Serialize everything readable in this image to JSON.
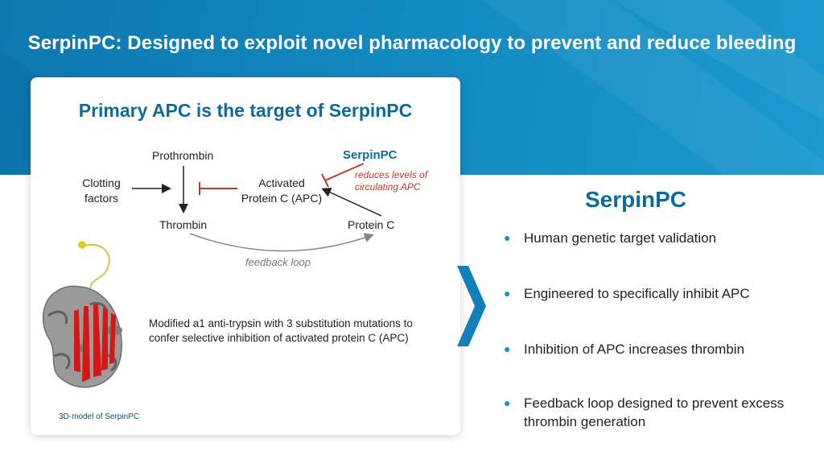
{
  "slide": {
    "title": "SerpinPC: Designed to exploit novel pharmacology to prevent and reduce bleeding"
  },
  "card": {
    "title": "Primary APC is the target of SerpinPC",
    "diagram": {
      "prothrombin": "Prothrombin",
      "clotting_factors_line1": "Clotting",
      "clotting_factors_line2": "factors",
      "activated_line1": "Activated",
      "activated_line2": "Protein C (APC)",
      "thrombin": "Thrombin",
      "protein_c": "Protein C",
      "serpinpc": "SerpinPC",
      "note_line1": "reduces levels of",
      "note_line2": "circulating APC",
      "feedback_loop": "feedback loop"
    },
    "description": "Modified a1 anti-trypsin with 3 substitution mutations to confer selective inhibition of activated protein C (APC)",
    "caption": "3D-model of SerpinPC"
  },
  "right": {
    "title": "SerpinPC",
    "bullets": [
      "Human genetic target validation",
      "Engineered to specifically inhibit APC",
      "Inhibition of APC increases thrombin",
      "Feedback loop designed to prevent excess thrombin generation"
    ]
  },
  "colors": {
    "banner": "#1288c0",
    "accent": "#0c6b9a",
    "inhibit_red": "#c0392b"
  }
}
